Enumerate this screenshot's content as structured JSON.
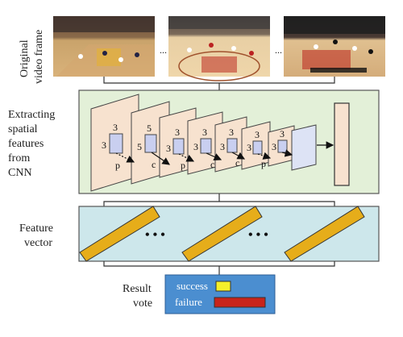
{
  "labels": {
    "frames": [
      "Original",
      "video frame"
    ],
    "cnn": [
      "Extracting",
      "spatial",
      "features",
      "from",
      "CNN"
    ],
    "feature": [
      "Feature",
      "vector"
    ],
    "result": [
      "Result",
      "vote"
    ]
  },
  "ellipsis": "...",
  "dots": "• • •",
  "kernel": {
    "three": "3",
    "five": "5"
  },
  "ops": {
    "pool": "p",
    "conv": "c"
  },
  "legend": {
    "success": "success",
    "failure": "failure"
  },
  "colors": {
    "cnn_bg": "#e3f0d8",
    "layer_fill": "#f7e2cf",
    "kernel_fill": "#c9cff0",
    "fc_fill": "#dde3f5",
    "output_fill": "#f7e2cf",
    "feature_bg": "#cde7eb",
    "bar_fill": "#e6ad1a",
    "vote_bg": "#4b8ed0",
    "success": "#f5f02a",
    "failure": "#c8241b"
  }
}
